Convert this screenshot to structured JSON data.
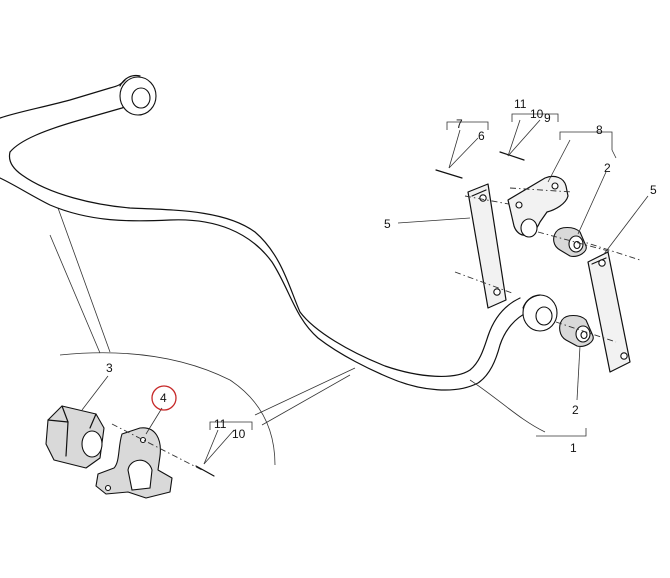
{
  "diagram": {
    "callouts": {
      "c1": "1",
      "c2a": "2",
      "c2b": "2",
      "c3": "3",
      "c4": "4",
      "c5a": "5",
      "c5b": "5",
      "c6": "6",
      "c7": "7",
      "c8": "8",
      "c9": "9",
      "c10a": "10",
      "c10b": "10",
      "c11a": "11",
      "c11b": "11"
    },
    "highlight_color": "#c62828"
  }
}
